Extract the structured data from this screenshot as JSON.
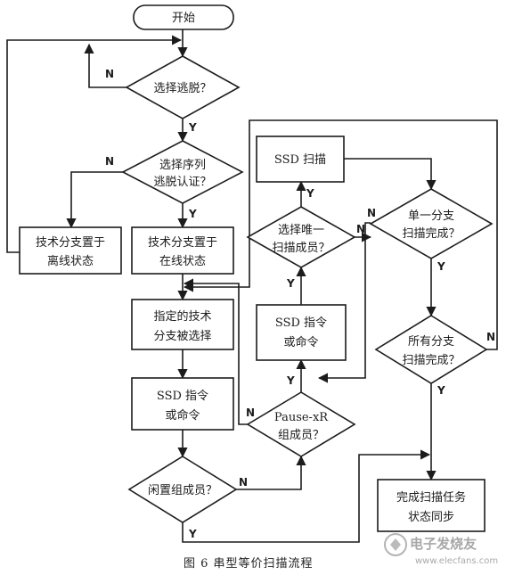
{
  "nodes": {
    "start": "开始",
    "choose_escape": [
      "选择逃脱？"
    ],
    "choose_seq_escape": [
      "选择序列",
      "逃脱认证？"
    ],
    "offline_branch": [
      "技术分支置于",
      "离线状态"
    ],
    "online_branch": [
      "技术分支置于",
      "在线状态"
    ],
    "branch_selected": [
      "指定的技术",
      "分支被选择"
    ],
    "ssd_cmd_1": [
      "SSD 指令",
      "或命令"
    ],
    "idle_member": [
      "闲置组成员？"
    ],
    "pause_xr": [
      "Pause-xR",
      "组成员？"
    ],
    "ssd_cmd_2": [
      "SSD 指令",
      "或命令"
    ],
    "choose_unique": [
      "选择唯一",
      "扫描成员？"
    ],
    "ssd_scan": [
      "SSD 扫描"
    ],
    "single_branch_done": [
      "单一分支",
      "扫描完成？"
    ],
    "all_branches_done": [
      "所有分支",
      "扫描完成？"
    ],
    "complete_sync": [
      "完成扫描任务",
      "状态同步"
    ]
  },
  "branch_labels": {
    "yes": "Y",
    "no": "N"
  },
  "caption": "图 6  串型等价扫描流程",
  "watermark": {
    "brand": "电子发烧友",
    "url": "www.elecfans.com"
  }
}
